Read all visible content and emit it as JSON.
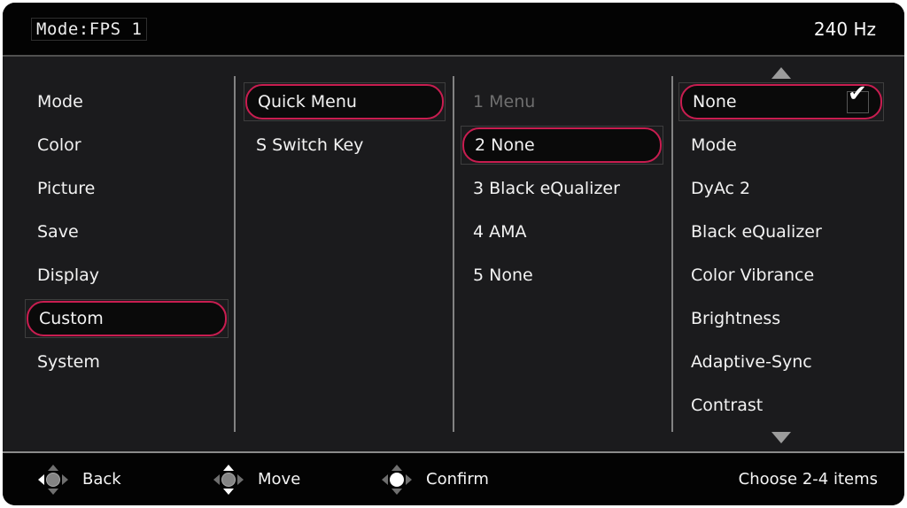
{
  "header": {
    "title": "Mode:FPS 1",
    "refresh_rate": "240 Hz"
  },
  "colors": {
    "accent": "#c81d50",
    "panel_bg": "#1b1b1d",
    "bar_bg": "#030303"
  },
  "icons": {
    "check": "✔"
  },
  "menu": {
    "items": [
      {
        "label": "Mode"
      },
      {
        "label": "Color"
      },
      {
        "label": "Picture"
      },
      {
        "label": "Save"
      },
      {
        "label": "Display"
      },
      {
        "label": "Custom",
        "selected": true
      },
      {
        "label": "System"
      }
    ]
  },
  "custom_submenu": {
    "items": [
      {
        "label": "Quick Menu",
        "selected": true
      },
      {
        "label": "S Switch Key"
      }
    ]
  },
  "quick_menu_slots": {
    "items": [
      {
        "label": "1 Menu",
        "disabled": true
      },
      {
        "label": "2 None",
        "selected": true
      },
      {
        "label": "3 Black eQualizer"
      },
      {
        "label": "4 AMA"
      },
      {
        "label": "5 None"
      }
    ]
  },
  "slot_options": {
    "scroll_up": true,
    "scroll_down": true,
    "items": [
      {
        "label": "None",
        "selected": true,
        "checked": true
      },
      {
        "label": "Mode"
      },
      {
        "label": "DyAc 2"
      },
      {
        "label": "Black eQualizer"
      },
      {
        "label": "Color Vibrance"
      },
      {
        "label": "Brightness"
      },
      {
        "label": "Adaptive-Sync"
      },
      {
        "label": "Contrast"
      }
    ]
  },
  "footer": {
    "hints": [
      {
        "icon": "joystick-left",
        "label": "Back"
      },
      {
        "icon": "joystick-up-down",
        "label": "Move"
      },
      {
        "icon": "joystick-press",
        "label": "Confirm"
      }
    ],
    "note": "Choose 2-4 items"
  }
}
